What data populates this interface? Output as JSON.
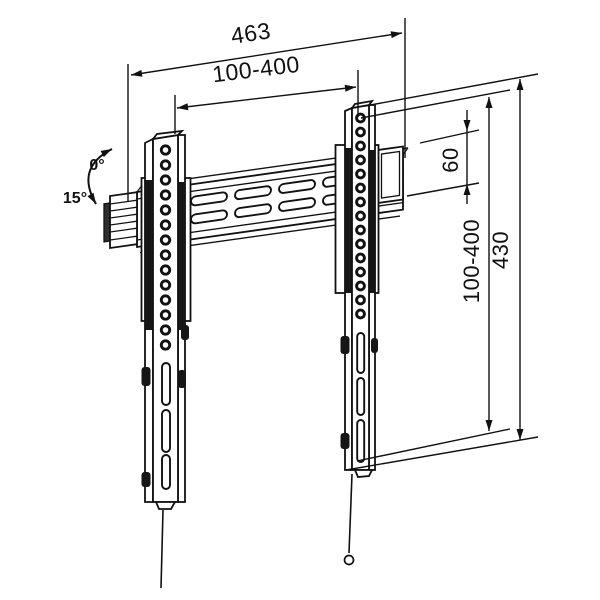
{
  "diagram": {
    "title": "tilting-tv-wall-mount-dimension-drawing",
    "background_color": "#ffffff",
    "line_color": "#111111",
    "metal_dark_color": "#161616",
    "labels": {
      "overall_width_mm": "463",
      "vesa_width_range_mm": "100-400",
      "top_offset_mm": "60",
      "vesa_height_range_mm": "100-400",
      "overall_height_mm": "430",
      "tilt_min": "0°",
      "tilt_max": "15°"
    }
  }
}
